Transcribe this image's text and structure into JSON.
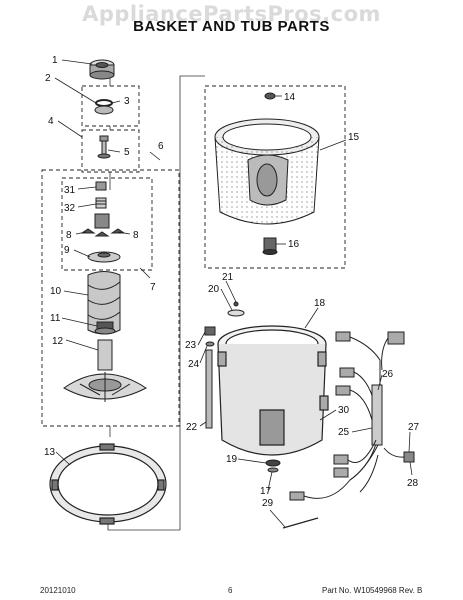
{
  "watermark": "AppliancePartsPros.com",
  "title": "BASKET AND TUB PARTS",
  "footer": {
    "date": "20121010",
    "page": "6",
    "part_no": "Part No.  W10549968  Rev. B"
  },
  "callouts": [
    "1",
    "2",
    "3",
    "4",
    "5",
    "6",
    "31",
    "32",
    "8",
    "8",
    "9",
    "7",
    "10",
    "11",
    "12",
    "13",
    "14",
    "15",
    "16",
    "21",
    "20",
    "18",
    "23",
    "24",
    "22",
    "19",
    "17",
    "29",
    "30",
    "25",
    "26",
    "27",
    "28"
  ]
}
